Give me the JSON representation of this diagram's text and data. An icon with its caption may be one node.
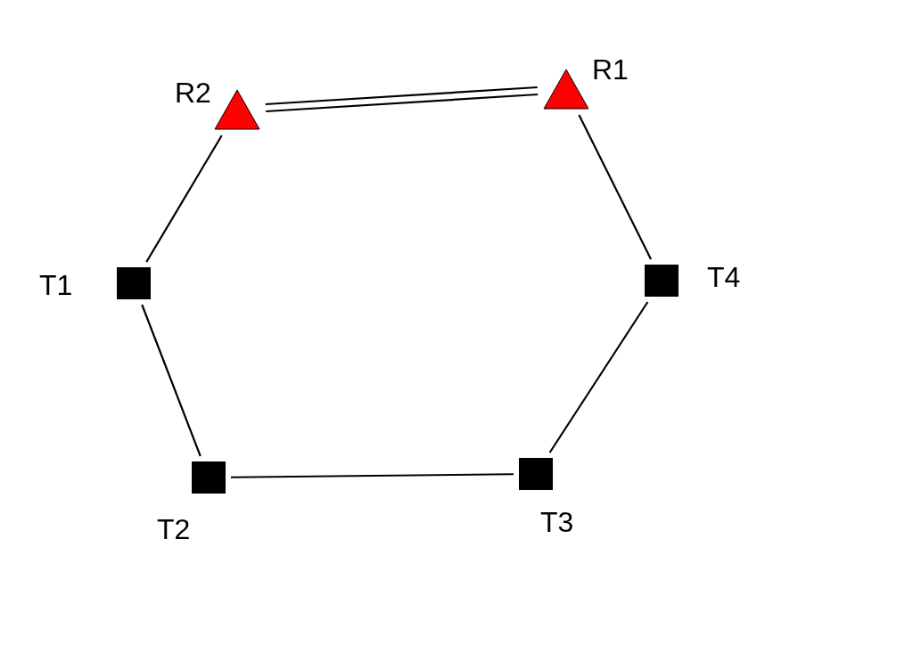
{
  "diagram": {
    "nodes": [
      {
        "text": [],
        "shape": "triangle",
        "beside": [
          "R2"
        ]
      },
      {
        "text": [],
        "shape": "triangle",
        "beside": [
          "R1"
        ]
      },
      {
        "text": [],
        "shape": "box",
        "beside": [
          "T1"
        ]
      },
      {
        "text": [],
        "shape": "box",
        "beside": [
          "T4"
        ]
      },
      {
        "text": [],
        "shape": "box",
        "beside": [
          "T2"
        ]
      },
      {
        "text": [],
        "shape": "box",
        "beside": [
          "T3"
        ]
      }
    ],
    "edges": [
      {
        "from": 0,
        "to": 1,
        "arrow": "none"
      },
      {
        "from": 0,
        "to": 1,
        "arrow": "none"
      },
      {
        "from": 1,
        "to": 3,
        "arrow": "none"
      },
      {
        "from": 0,
        "to": 2,
        "arrow": "none"
      },
      {
        "from": 2,
        "to": 4,
        "arrow": "none"
      },
      {
        "from": 4,
        "to": 5,
        "arrow": "none"
      },
      {
        "from": 5,
        "to": 3,
        "arrow": "none"
      }
    ]
  }
}
